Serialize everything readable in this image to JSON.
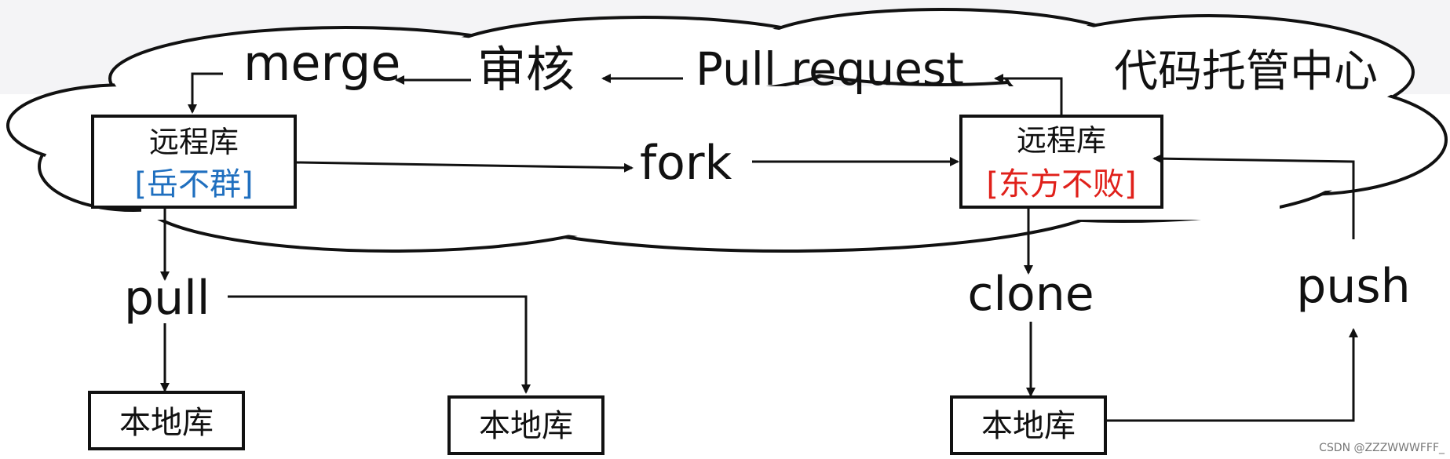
{
  "cloud_title": "代码托管中心",
  "flow": {
    "merge": "merge",
    "review": "审核",
    "pull_request": "Pull request",
    "fork": "fork",
    "pull": "pull",
    "clone": "clone",
    "push": "push"
  },
  "remote_left": {
    "title": "远程库",
    "owner": "[岳不群]",
    "owner_color": "#1f6fbf"
  },
  "remote_right": {
    "title": "远程库",
    "owner": "[东方不败]",
    "owner_color": "#e0201a"
  },
  "local_repos": [
    {
      "label": "本地库"
    },
    {
      "label": "本地库"
    },
    {
      "label": "本地库"
    }
  ],
  "watermark": "CSDN @ZZZWWWFFF_"
}
